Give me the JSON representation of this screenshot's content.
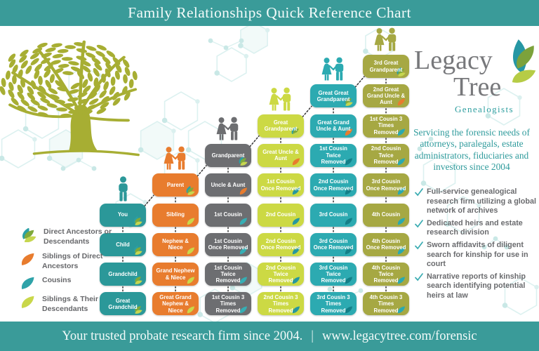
{
  "header": {
    "title": "Family Relationships Quick Reference Chart"
  },
  "footer": {
    "text": "Your trusted probate research firm since 2004.",
    "separator": "|",
    "url": "www.legacytree.com/forensic"
  },
  "logo": {
    "line1": "Legacy",
    "line2": "Tree",
    "subtitle": "Genealogists",
    "leaves_icon": "logo-leaves-icon"
  },
  "tagline": {
    "text": "Servicing the forensic needs of attorneys, paralegals, estate administrators, fiduciaries and investors since 2004"
  },
  "bullets": {
    "icon": "check-icon",
    "items": [
      "Full-service genealogical research firm utilizing a global network of archives",
      "Dedicated heirs and estate research division",
      "Sworn affidavits of diligent search for kinship for use in court",
      "Narrative reports of kinship search identifying potential heirs at law"
    ]
  },
  "legend": [
    {
      "icon": "leaf-cluster-icon",
      "label": "Direct Ancestors or Descendants"
    },
    {
      "icon": "orange-leaf-icon",
      "label": "Siblings of Direct Ancestors"
    },
    {
      "icon": "teal-leaf-icon",
      "label": "Cousins"
    },
    {
      "icon": "lime-leaf-icon",
      "label": "Siblings & Their Descendants"
    }
  ],
  "colors": {
    "banner_teal": "#3a9b99",
    "tree_green": "#a7ae33",
    "text_gray": "#6a6b6e",
    "tagline_teal": "#2f9b9c",
    "leaf_orange": "#e87c2e",
    "leaf_lime": "#c9d74a",
    "leaf_teal": "#2fa3a9",
    "cluster_leaves": [
      "#2aa0a5",
      "#7fa93c",
      "#c6d64f"
    ]
  },
  "chart": {
    "columns": [
      {
        "icon": "single-person-icon",
        "color": "#2b9899",
        "cousin_leaf_color": "#35aeb4",
        "boxes": [
          {
            "label": "You",
            "leaf": "cluster"
          },
          {
            "label": "Child",
            "leaf": "cluster"
          },
          {
            "label": "Grandchild",
            "leaf": "cluster"
          },
          {
            "label": "Great Grandchild",
            "leaf": "cluster"
          }
        ]
      },
      {
        "icon": "couple-icon",
        "color": "#e87c2e",
        "cousin_leaf_color": "#35aeb4",
        "boxes": [
          {
            "label": "Parent",
            "leaf": "cluster"
          },
          {
            "label": "Sibling",
            "leaf": "lime"
          },
          {
            "label": "Nephew & Niece",
            "leaf": "lime"
          },
          {
            "label": "Grand Nephew & Niece",
            "leaf": "lime"
          },
          {
            "label": "Great Grand Nephew & Niece",
            "leaf": "lime"
          }
        ]
      },
      {
        "icon": "couple-icon",
        "color": "#6d6e71",
        "cousin_leaf_color": "#35aeb4",
        "boxes": [
          {
            "label": "Grandparent",
            "leaf": "cluster"
          },
          {
            "label": "Uncle & Aunt",
            "leaf": "orange"
          },
          {
            "label": "1st Cousin",
            "leaf": "teal"
          },
          {
            "label": "1st Cousin Once Removed",
            "leaf": "teal"
          },
          {
            "label": "1st Cousin Twice Removed",
            "leaf": "teal"
          },
          {
            "label": "1st Cousin 3 Times Removed",
            "leaf": "teal"
          }
        ]
      },
      {
        "icon": "couple-icon",
        "color": "#ccd944",
        "cousin_leaf_color": "#27979f",
        "boxes": [
          {
            "label": "Great Grandparent",
            "leaf": "cluster"
          },
          {
            "label": "Great Uncle & Aunt",
            "leaf": "orange"
          },
          {
            "label": "1st Cousin Once Removed",
            "leaf": "teal"
          },
          {
            "label": "2nd Cousin",
            "leaf": "teal"
          },
          {
            "label": "2nd Cousin Once Removed",
            "leaf": "teal"
          },
          {
            "label": "2nd Cousin Twice Removed",
            "leaf": "teal"
          },
          {
            "label": "2nd Cousin 3 Times Removed",
            "leaf": "teal"
          }
        ]
      },
      {
        "icon": "couple-icon",
        "color": "#2caab1",
        "cousin_leaf_color": "#147f88",
        "boxes": [
          {
            "label": "Great Great Grandparent",
            "leaf": "cluster"
          },
          {
            "label": "Great Grand Uncle & Aunt",
            "leaf": "orange"
          },
          {
            "label": "1st Cousin Twice Removed",
            "leaf": "teal"
          },
          {
            "label": "2nd Cousin Once Removed",
            "leaf": "teal"
          },
          {
            "label": "3rd Cousin",
            "leaf": "teal"
          },
          {
            "label": "3rd Cousin Once Removed",
            "leaf": "teal"
          },
          {
            "label": "3rd Cousin Twice Removed",
            "leaf": "teal"
          },
          {
            "label": "3rd Cousin 3 Times Removed",
            "leaf": "teal"
          }
        ]
      },
      {
        "icon": "couple-icon",
        "color": "#a6a843",
        "cousin_leaf_color": "#2aa9b0",
        "boxes": [
          {
            "label": "3rd Great Grandparent",
            "leaf": "cluster"
          },
          {
            "label": "2nd Great Grand Uncle & Aunt",
            "leaf": "orange"
          },
          {
            "label": "1st Cousin 3 Times Removed",
            "leaf": "teal"
          },
          {
            "label": "2nd Cousin Twice Removed",
            "leaf": "teal"
          },
          {
            "label": "3rd Cousin Once Removed",
            "leaf": "teal"
          },
          {
            "label": "4th Cousin",
            "leaf": "teal"
          },
          {
            "label": "4th Cousin Once Removed",
            "leaf": "teal"
          },
          {
            "label": "4th Cousin Twice Removed",
            "leaf": "teal"
          },
          {
            "label": "4th Cousin 3 Times Removed",
            "leaf": "teal"
          }
        ]
      }
    ]
  }
}
